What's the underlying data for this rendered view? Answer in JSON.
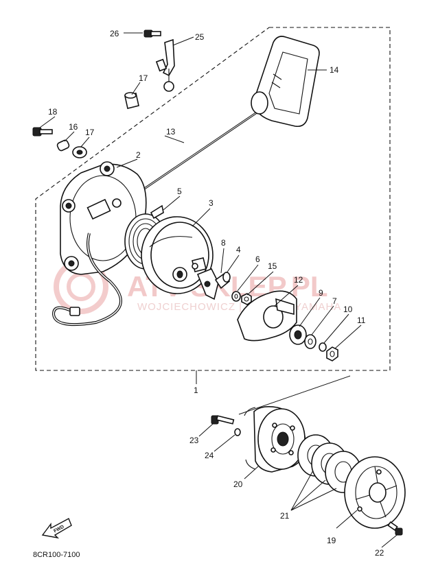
{
  "watermark": {
    "brand": "ATV-SKLEP.PL",
    "subtitle": "WOJCIECHOWICZ | DEALER YAMAHA"
  },
  "part_numbers": [
    "1",
    "2",
    "3",
    "4",
    "5",
    "6",
    "7",
    "8",
    "9",
    "10",
    "11",
    "12",
    "13",
    "14",
    "15",
    "16",
    "17",
    "17",
    "18",
    "19",
    "20",
    "21",
    "22",
    "23",
    "24",
    "25",
    "26"
  ],
  "fwd_label": "FWD",
  "diagram_code": "8CR100-7100"
}
